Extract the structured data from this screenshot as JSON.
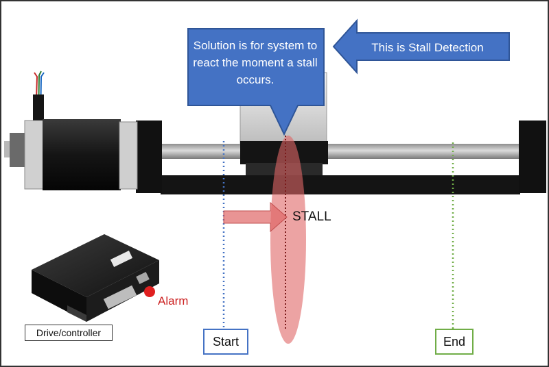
{
  "callout": {
    "text": "Solution is for system to react the moment a stall occurs.",
    "color": "#4472c4",
    "border": "#2f5597"
  },
  "arrow_callout": {
    "text": "This is Stall Detection",
    "color": "#4472c4"
  },
  "stall_label": "STALL",
  "alarm_label": "Alarm",
  "drive_label": "Drive/controller",
  "start_label": "Start",
  "end_label": "End",
  "colors": {
    "start": "#4472c4",
    "end": "#70ad47",
    "stall_zone": "#e06666",
    "alarm": "#e02020"
  }
}
